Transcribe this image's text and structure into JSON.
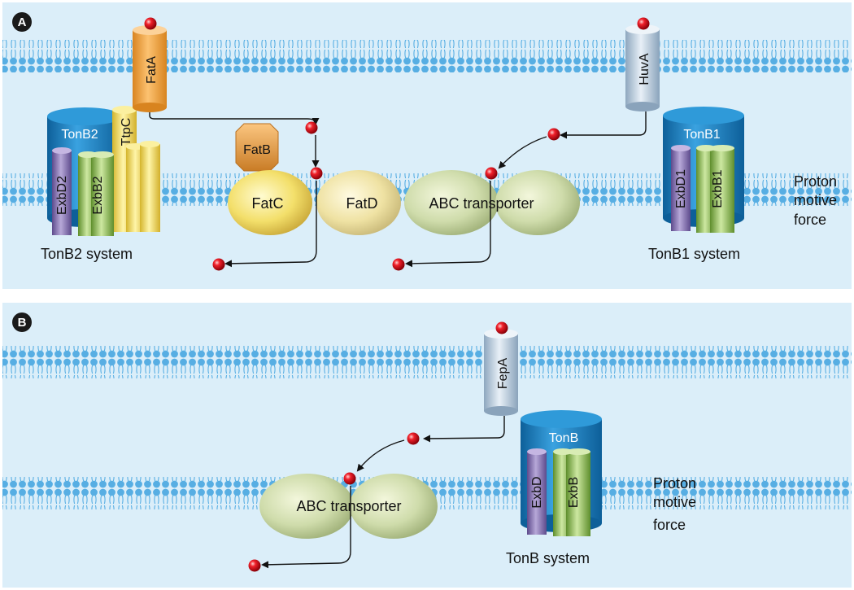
{
  "panels": {
    "a": {
      "label": "A",
      "system_a": "TonB2 system",
      "system_b": "TonB1 system",
      "force": [
        "Proton",
        "motive",
        "force"
      ]
    },
    "b": {
      "label": "B",
      "system": "TonB system",
      "force": [
        "Proton",
        "motive",
        "force"
      ]
    }
  },
  "proteins": {
    "fata": "FatA",
    "huva": "HuvA",
    "fepa": "FepA",
    "tonb2": "TonB2",
    "ttpc": "TtpC",
    "exbd2": "ExbD2",
    "exbb2": "ExbB2",
    "fatb": "FatB",
    "fatc": "FatC",
    "fatd": "FatD",
    "abc_a": "ABC transporter",
    "abc_b": "ABC transporter",
    "tonb1": "TonB1",
    "exbd1": "ExbD1",
    "exbb1": "ExbB1",
    "tonb": "TonB",
    "exbd": "ExbD",
    "exbb": "ExbB"
  },
  "colors": {
    "panel_bg": "#dbeef9",
    "lipid": "#57aee3",
    "siderophore": "#e8141c",
    "orange": "#f0a13a",
    "yellow": "#f6e46d",
    "green": "#a3c96b",
    "purple": "#8c76b6",
    "blue": "#1b86c7",
    "steel": "#b9cbdc"
  }
}
